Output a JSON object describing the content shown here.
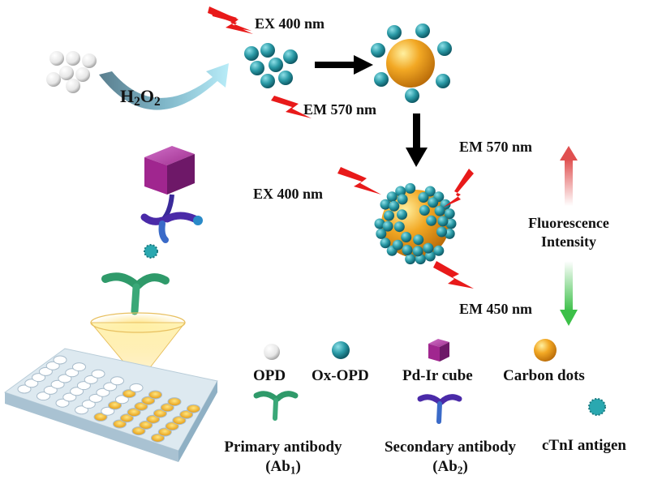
{
  "process": {
    "h2o2": {
      "main": "H",
      "sub1": "2",
      "mid": "O",
      "sub2": "2"
    },
    "ex_top": "EX 400 nm",
    "em_top": "EM 570 nm",
    "ex_left": "EX 400 nm",
    "em_right_top": "EM 570 nm",
    "em_right_bottom": "EM 450 nm",
    "fluorescence_line1": "Fluorescence",
    "fluorescence_line2": "Intensity"
  },
  "legend": {
    "opd": "OPD",
    "ox_opd": "Ox-OPD",
    "pd_ir_cube": "Pd-Ir cube",
    "carbon_dots": "Carbon dots",
    "primary_antibody": "Primary antibody",
    "primary_abbr": {
      "pre": "(Ab",
      "sub": "1",
      "post": ")"
    },
    "secondary_antibody": "Secondary antibody",
    "secondary_abbr": {
      "pre": "(Ab",
      "sub": "2",
      "post": ")"
    },
    "ctni_antigen": "cTnI antigen"
  },
  "colors": {
    "ox_opd": "#2a9aa6",
    "carbon_dot": "#f0a020",
    "pd_ir_cube": "#a0268f",
    "lightning": "#e81a1a",
    "arrow_up": "#e05050",
    "arrow_down": "#3cc048",
    "primary_antibody": "#2f9a6a",
    "secondary_antibody": "#3a2a9a",
    "well_glow": "#f2b020",
    "plate": "#d8e6ee"
  }
}
